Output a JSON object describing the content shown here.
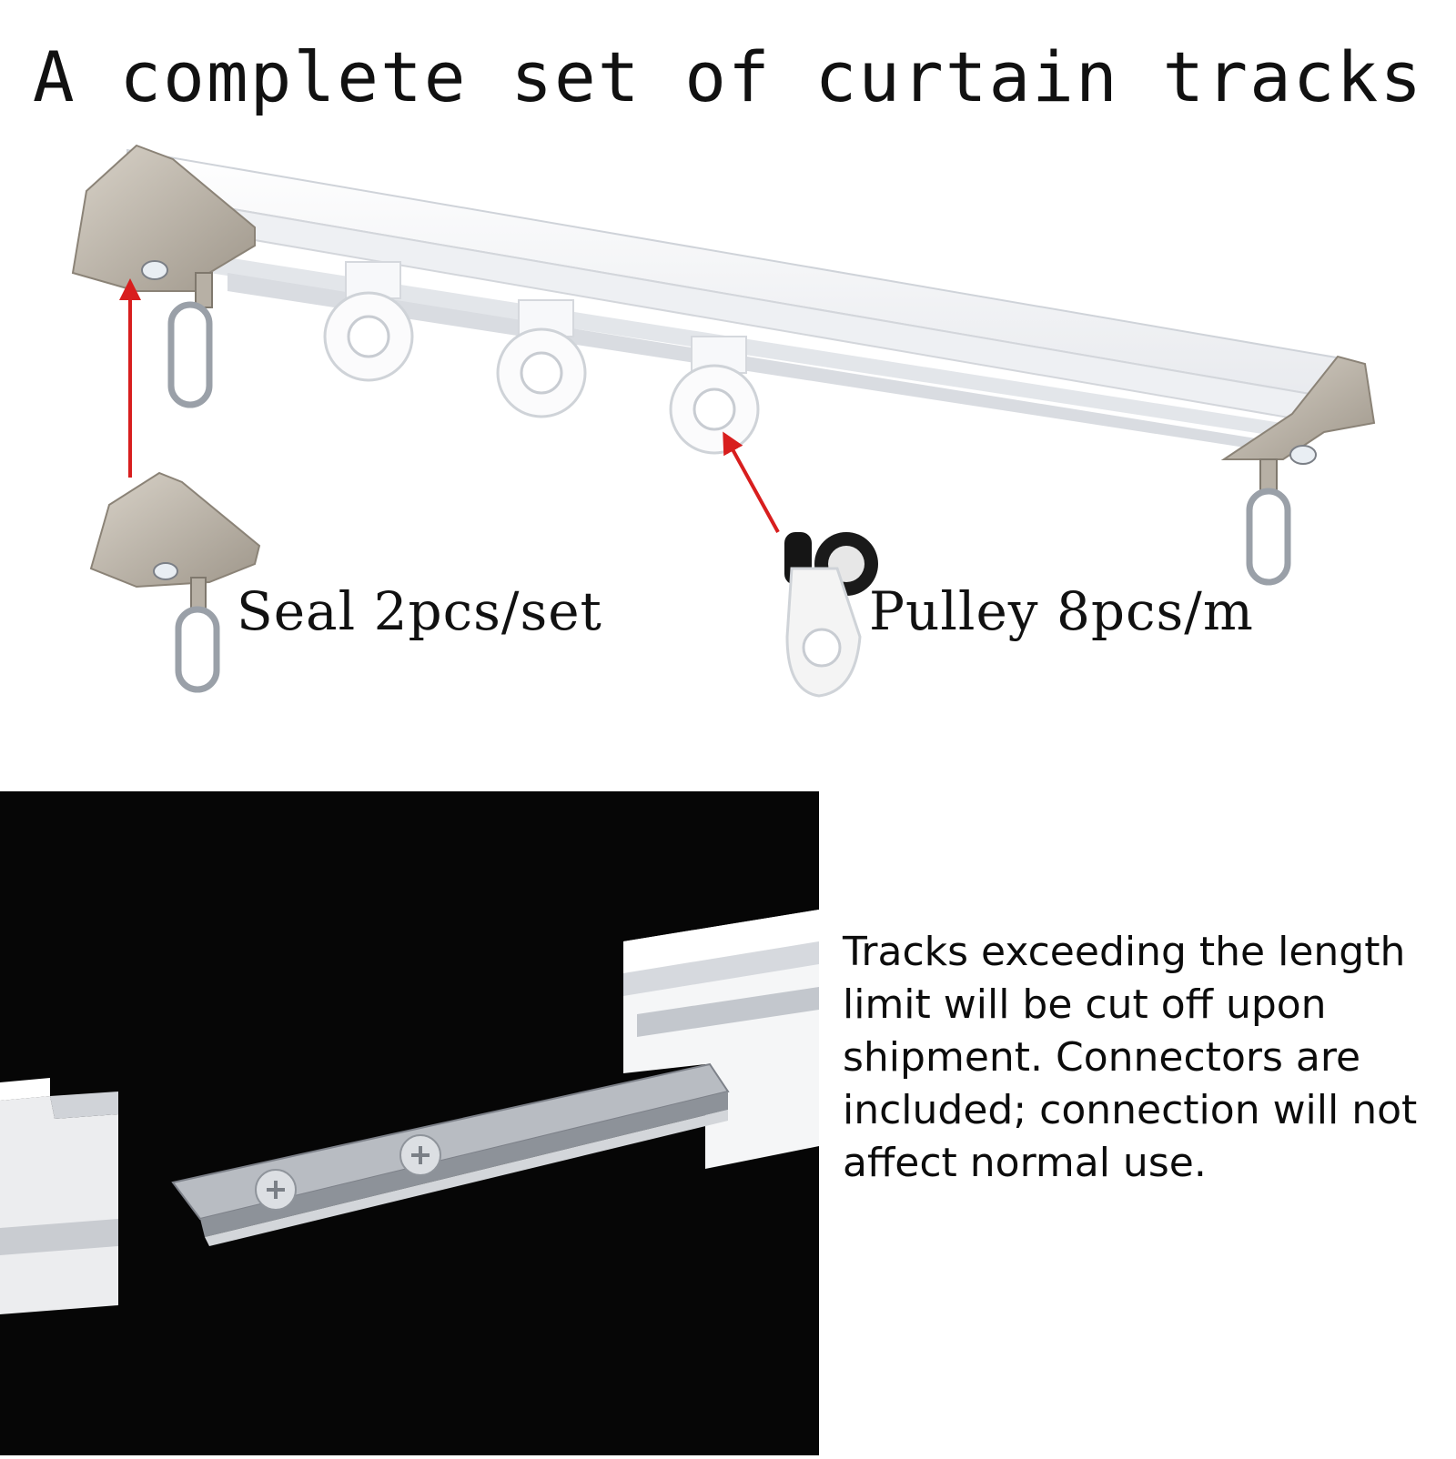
{
  "title": "A complete set of curtain tracks",
  "parts": {
    "seal": {
      "label": "Seal 2pcs/set"
    },
    "pulley": {
      "label": "Pulley 8pcs/m"
    }
  },
  "description": "Tracks exceeding the length limit will be cut off upon shipment. Connectors are included; connection will not affect normal use.",
  "colors": {
    "background": "#ffffff",
    "arrow": "#d81e1e",
    "track": "#f4f5f7",
    "endcap": "#b9b2a7",
    "photo_background": "#060606"
  }
}
